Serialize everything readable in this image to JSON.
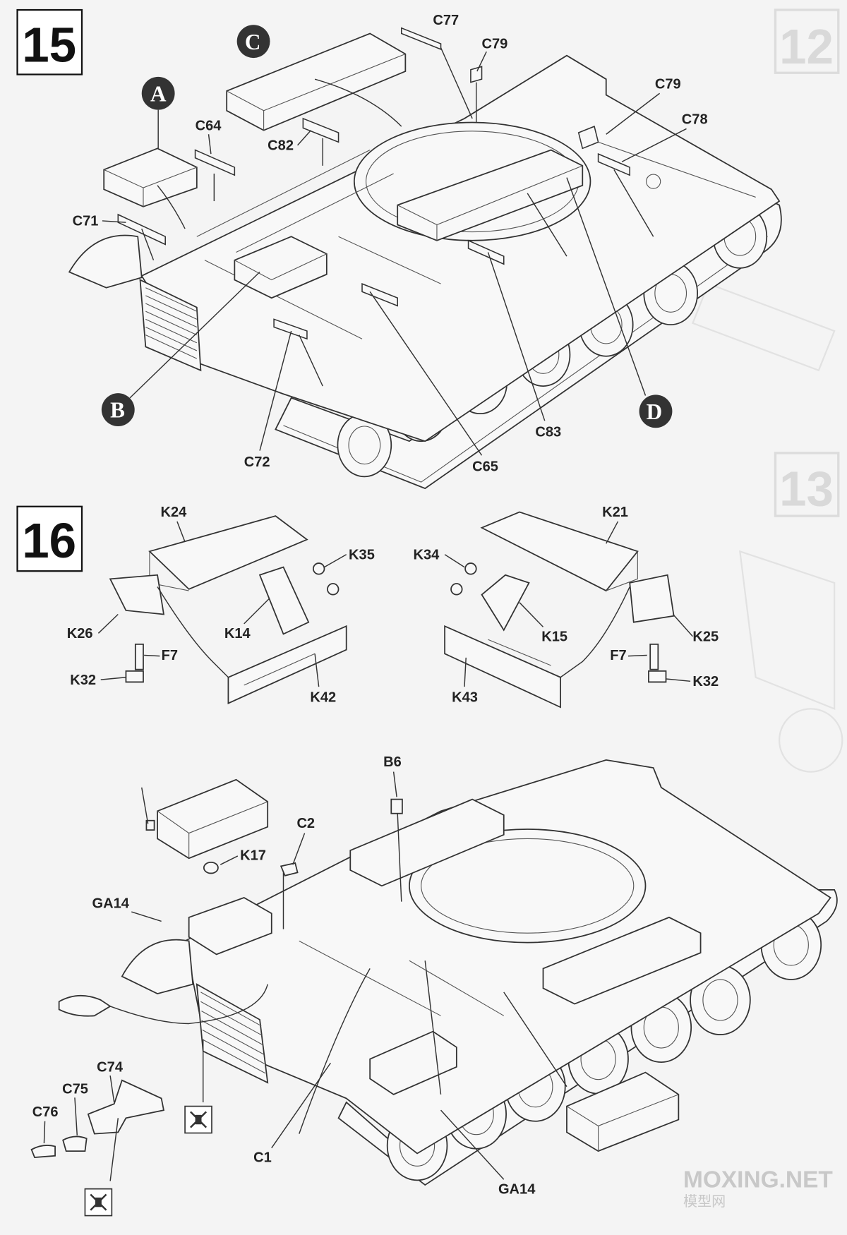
{
  "steps": [
    {
      "number": "15",
      "callouts": [
        "A",
        "B",
        "C",
        "D"
      ],
      "labels": [
        "C77",
        "C79",
        "C79",
        "C78",
        "C64",
        "C82",
        "C71",
        "C72",
        "C65",
        "C83"
      ]
    },
    {
      "number": "16",
      "labels": [
        "K24",
        "K35",
        "K26",
        "K14",
        "F7",
        "K32",
        "K42",
        "K34",
        "K21",
        "K15",
        "K25",
        "F7",
        "K32",
        "K43",
        "B6",
        "C2",
        "K17",
        "GA14",
        "C74",
        "C75",
        "C76",
        "C1",
        "GA14"
      ],
      "icons": [
        "cement-not-icon",
        "cement-not-icon"
      ]
    }
  ],
  "background_steps": [
    "12",
    "13"
  ],
  "watermark": {
    "site": "MOXING.NET",
    "sub": "模型网"
  }
}
